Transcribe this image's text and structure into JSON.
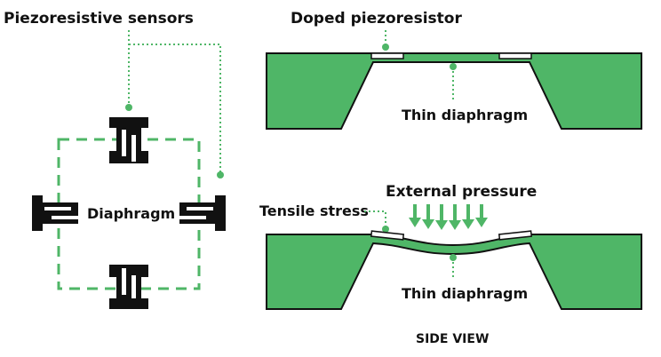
{
  "labels": {
    "piezoresistive_sensors": "Piezoresistive sensors",
    "diaphragm": "Diaphragm",
    "doped_piezoresistor": "Doped piezoresistor",
    "thin_diaphragm_top": "Thin diaphragm",
    "external_pressure": "External pressure",
    "tensile_stress": "Tensile stress",
    "thin_diaphragm_bottom": "Thin diaphragm",
    "side_view": "SIDE VIEW"
  },
  "colors": {
    "silicon_green": "#4fb667",
    "outline": "#111111",
    "background": "#ffffff"
  }
}
